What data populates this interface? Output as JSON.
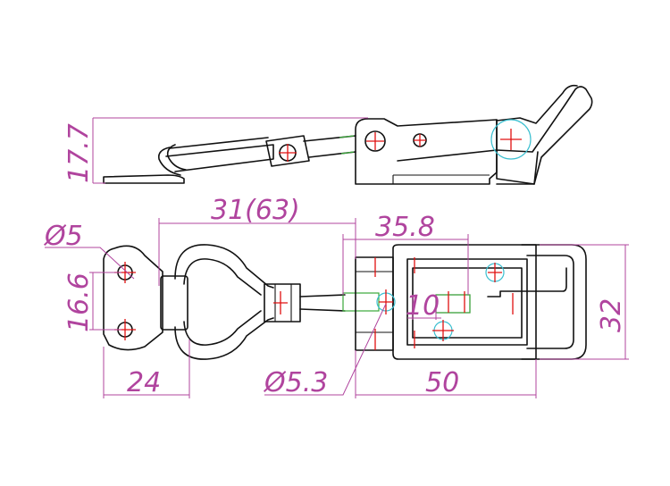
{
  "colors": {
    "outline": "#111111",
    "dimension": "#b0449e",
    "centerline": "#e01010",
    "pivot_highlight": "#3bbfd0",
    "rod_highlight": "#3aa83a"
  },
  "dimensions": {
    "side_height": "17.7",
    "overall_length": "31(63)",
    "hole_diameter_left": "Ø5",
    "pitch_length": "35.8",
    "hole_spacing": "16.6",
    "inner_width": "10",
    "overall_width": "32",
    "hook_width": "24",
    "hole_diameter_mount": "Ø5.3",
    "base_length": "50"
  }
}
